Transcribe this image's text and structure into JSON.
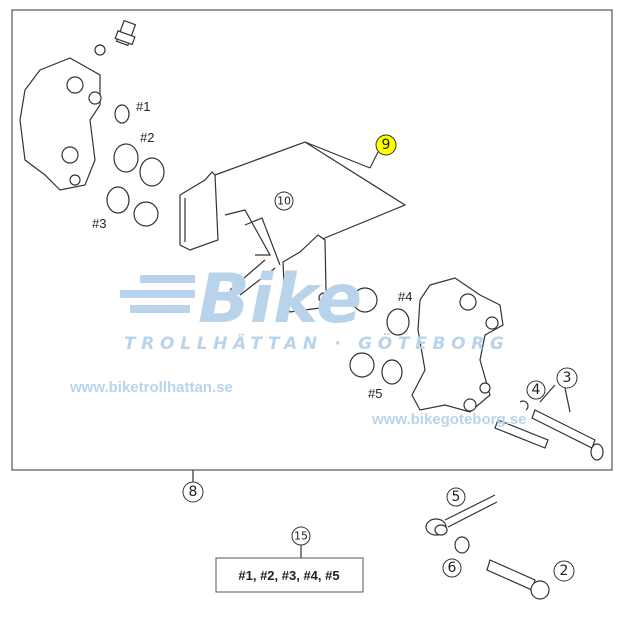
{
  "diagram": {
    "title": "Brake caliper exploded parts diagram",
    "callouts": {
      "c2": "2",
      "c3": "3",
      "c4": "4",
      "c5": "5",
      "c6": "6",
      "c8": "8",
      "c9": "9",
      "c10": "10",
      "c15": "15"
    },
    "seal_labels": [
      "#1",
      "#2",
      "#3",
      "#4",
      "#5"
    ],
    "kit_contents": "#1, #2, #3, #4, #5",
    "highlight_color": "#ffff00",
    "watermark": {
      "logo": "Bike",
      "tagline": "TROLLHÄTTAN · GÖTEBORG",
      "url_left": "www.biketrollhattan.se",
      "url_right": "www.bikegoteborg.se",
      "color": "#b9d4ea"
    }
  }
}
